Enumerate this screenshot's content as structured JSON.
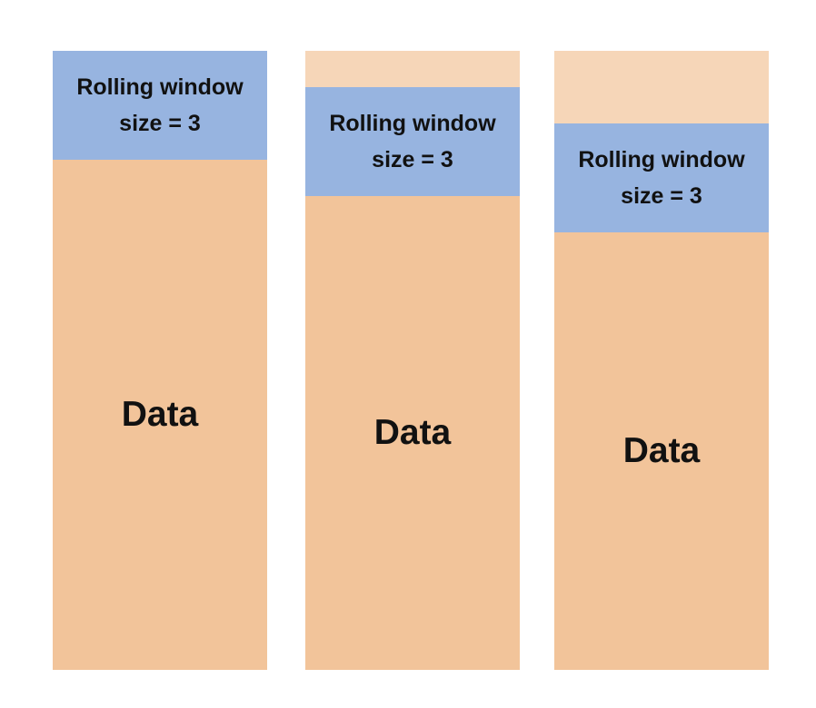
{
  "colors": {
    "data_fill": "#F2C49A",
    "processed_fill": "#F6D6B8",
    "window_fill": "#97B4E0",
    "text": "#111111"
  },
  "columns": [
    {
      "window_line1": "Rolling window",
      "window_line2": "size = 3",
      "data_label": "Data"
    },
    {
      "window_line1": "Rolling window",
      "window_line2": "size = 3",
      "data_label": "Data"
    },
    {
      "window_line1": "Rolling window",
      "window_line2": "size = 3",
      "data_label": "Data"
    }
  ]
}
